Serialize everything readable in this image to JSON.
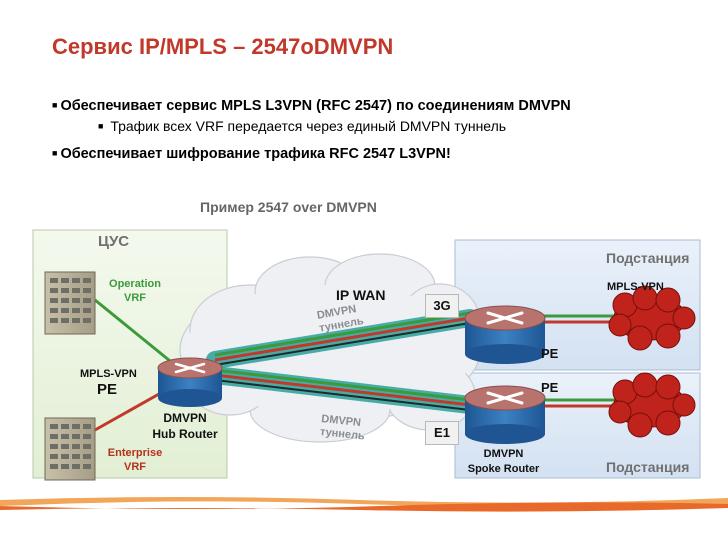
{
  "slide": {
    "title": "Сервис IP/MPLS – 2547oDMVPN",
    "bullets": [
      "Обеспечивает сервис MPLS L3VPN (RFC 2547) по соединениям DMVPN",
      "Трафик всех VRF передается через единый DMVPN туннель",
      "Обеспечивает шифрование трафика RFC 2547 L3VPN!"
    ],
    "example_caption": "Пример 2547 over DMVPN"
  },
  "diagram": {
    "hub_site_label": "ЦУС",
    "substation_top_label": "Подстанция",
    "substation_bottom_label": "Подстанция",
    "operation_vrf": "Operation\nVRF",
    "enterprise_vrf": "Enterprise\nVRF",
    "mpls_vpn_left": "MPLS-VPN",
    "pe_left": "PE",
    "dmvpn_hub_router": "DMVPN\nHub Router",
    "ip_wan": "IP WAN",
    "tunnel_top": "DMVPN\nтуннель",
    "tunnel_bottom": "DMVPN\nтуннель",
    "link_3g": "3G",
    "link_e1": "E1",
    "pe_top_right": "PE",
    "pe_bottom_right": "PE",
    "mpls_vpn_right": "MPLS-VPN",
    "dmvpn_spoke_router": "DMVPN\nSpoke Router"
  },
  "colors": {
    "title": "#c0392b",
    "vrf_green": "#3c9a3c",
    "vrf_red": "#c0392b",
    "tunnel_teal": "#2aa198",
    "site_panel": "#e9f3dc",
    "substation_panel": "#dbe7f5",
    "router_blue": "#2f6fae",
    "footer_orange": "#e8692a"
  },
  "icons": [
    "server-icon",
    "router-icon",
    "cloud-icon",
    "vrf-cloud-icon"
  ]
}
